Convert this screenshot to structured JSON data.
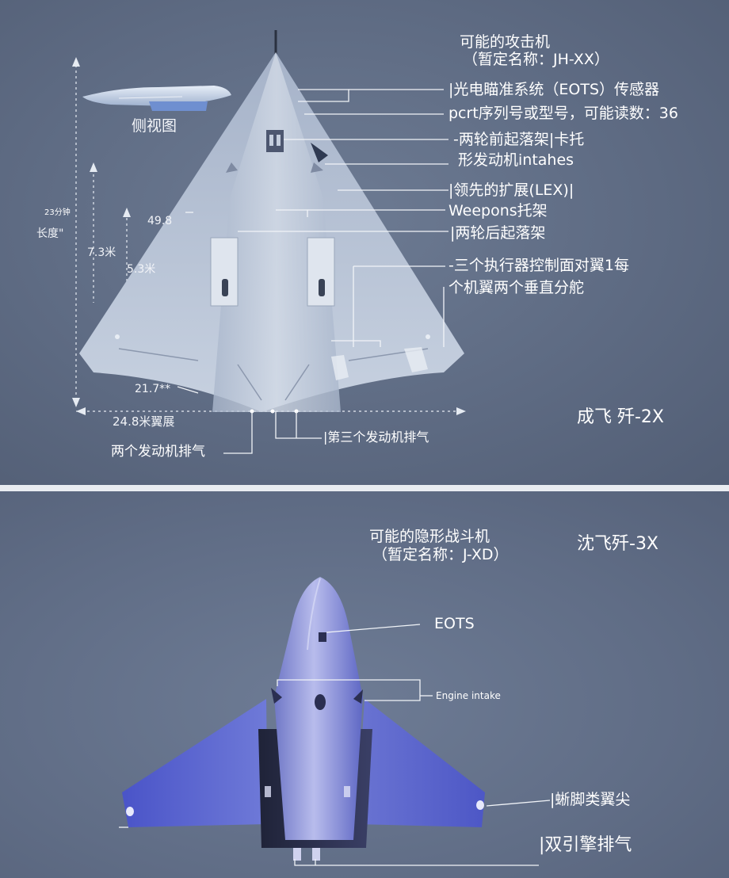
{
  "top": {
    "title_line1": "可能的攻击机",
    "title_line2": "（暂定名称：JH-XX）",
    "side_view_label": "侧视图",
    "labels": {
      "eots": "|光电瞄准系统（EOTS）传感器",
      "serial": "pcrt序列号或型号，可能读数：36",
      "nose_gear": "-两轮前起落架|卡托",
      "intakes": "形发动机intahes",
      "lex": "|领先的扩展(LEX)|",
      "weapons": "Weepons托架",
      "main_gear": "|两轮后起落架",
      "control_line1": "-三个执行器控制面对翼1每",
      "control_line2": "个机翼两个垂直分舵",
      "exhaust_two": "两个发动机排气",
      "exhaust_third": "|第三个发动机排气"
    },
    "dimensions": {
      "length_note": "23分钟",
      "length_label": "长度\"",
      "angle_top": "49.8",
      "dim_73": "7.3米",
      "dim_53": "5.3米",
      "angle_bottom": "21.7**",
      "wingspan": "24.8米翼展"
    },
    "model_name": "成飞 歼-2X"
  },
  "bottom": {
    "title_line1": "可能的隐形战斗机",
    "title_line2": "（暂定名称：J-XD）",
    "model_name": "沈飞歼-3X",
    "labels": {
      "eots": "EOTS",
      "engine_intake": "Engine intake",
      "wingtip": "|蜥脚类翼尖",
      "exhaust": "|双引擎排气"
    }
  }
}
